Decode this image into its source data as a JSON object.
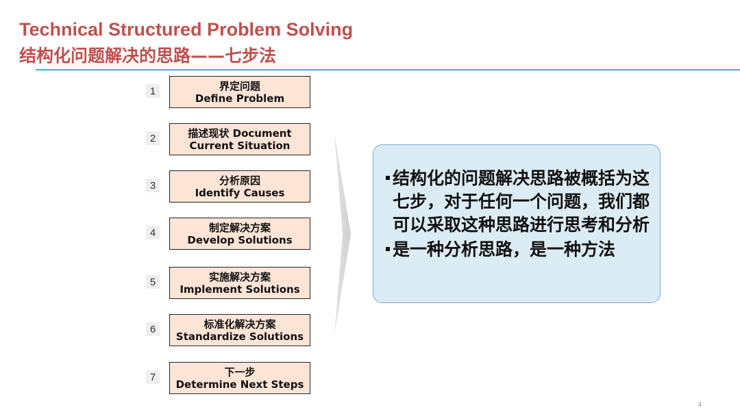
{
  "title": {
    "english": "Technical Structured Problem Solving",
    "chinese": "结构化问题解决的思路——七步法"
  },
  "steps": [
    {
      "num": "1",
      "cn": "界定问题",
      "en": "Define Problem"
    },
    {
      "num": "2",
      "cn": "描述现状 Document",
      "en": "Current Situation"
    },
    {
      "num": "3",
      "cn": "分析原因",
      "en": "Identify Causes"
    },
    {
      "num": "4",
      "cn": "制定解决方案",
      "en": "Develop Solutions"
    },
    {
      "num": "5",
      "cn": "实施解决方案",
      "en": "Implement Solutions"
    },
    {
      "num": "6",
      "cn": "标准化解决方案",
      "en": "Standardize Solutions"
    },
    {
      "num": "7",
      "cn": "下一步",
      "en": "Determine Next Steps"
    }
  ],
  "callout": {
    "bullets": [
      "结构化的问题解决思路被概括为这七步，对于任何一个问题，我们都可以采取这种思路进行思考和分析",
      "是一种分析思路，是一种方法"
    ]
  },
  "colors": {
    "title": "#c0504d",
    "rule": "#2fb5d4",
    "step_fill": "#fce4d6",
    "callout_fill": "#dcecf4",
    "callout_border": "#7aa8d6"
  },
  "page_number": "4"
}
